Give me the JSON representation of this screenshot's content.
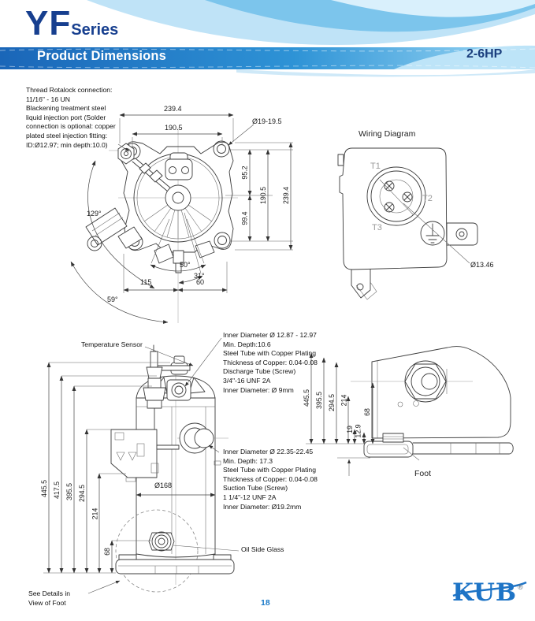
{
  "header": {
    "series_name": "YF",
    "series_suffix": "Series",
    "banner_title": "Product Dimensions",
    "hp_range": "2-6HP"
  },
  "top_view": {
    "note": "Thread Rotalock connection:\n11/16\" - 16 UN\nBlackening treatment steel\nliquid injection port (Solder\nconnection is optional: copper\nplated steel injection fitting:\nID:Ø12.97; min depth:10.0)",
    "dim_width_outer": "239.4",
    "dim_width_inner": "190.5",
    "dim_bolt_hole": "Ø19-19.5",
    "dim_v_top": "95.2",
    "dim_v_mid": "190.5",
    "dim_v_full": "239.4",
    "dim_v_bottom": "99.4",
    "dim_h_left": "115",
    "dim_h_right": "60",
    "angle_left": "129°",
    "angle_fan": "50°",
    "angle_small": "31°",
    "angle_bottom": "59°"
  },
  "wiring_diagram": {
    "title": "Wiring Diagram",
    "terminal_1": "T1",
    "terminal_2": "T2",
    "terminal_3": "T3",
    "dim_ground": "Ø13.46"
  },
  "side_view": {
    "temp_sensor_label": "Temperature Sensor",
    "discharge_note": "Inner Diameter Ø 12.87 - 12.97\nMin. Depth:10.6\nSteel Tube with Copper Plating\nThickness of Copper: 0.04-0.08\nDischarge Tube (Screw)\n3/4\"-16 UNF 2A\nInner Diameter: Ø 9mm",
    "suction_note": "Inner Diameter Ø 22.35-22.45\nMin. Depth: 17.3\nSteel Tube with Copper Plating\nThickness of Copper: 0.04-0.08\nSuction Tube (Screw)\n1 1/4\"-12 UNF 2A\nInner Diameter: Ø19.2mm",
    "dim_h1": "445.5",
    "dim_h2": "417.5",
    "dim_h3": "395.5",
    "dim_h4": "294.5",
    "dim_h5": "214",
    "dim_h6": "68",
    "dim_diameter": "Ø168",
    "oil_side_glass_label": "Oil Side Glass",
    "see_details_note": "See Details in\nView of Foot"
  },
  "foot_view": {
    "label": "Foot",
    "dim_1": "445.5",
    "dim_2": "395.5",
    "dim_3": "294.5",
    "dim_4": "214",
    "dim_5": "19",
    "dim_6": "12.9",
    "dim_7": "68"
  },
  "footer": {
    "page_number": "18",
    "logo_text": "KUB",
    "logo_reg": "®"
  }
}
